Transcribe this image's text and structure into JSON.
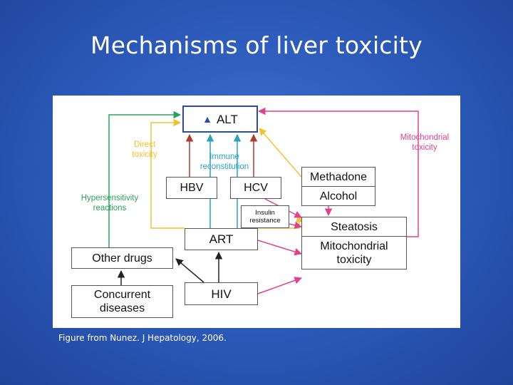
{
  "title": "Mechanisms of liver toxicity",
  "caption": "Figure from Nunez. J Hepatology, 2006.",
  "nodes": {
    "alt": "ALT",
    "hbv": "HBV",
    "hcv": "HCV",
    "methadone": "Methadone",
    "alcohol": "Alcohol",
    "insulin_resistance": "Insulin resistance",
    "steatosis": "Steatosis",
    "mito_box": "Mitochondrial toxicity",
    "art": "ART",
    "other_drugs": "Other drugs",
    "hiv": "HIV",
    "concurrent": "Concurrent diseases"
  },
  "labels": {
    "direct_toxicity": "Direct toxicity",
    "immune_reconstitution": "Immune reconstitution",
    "hypersensitivity": "Hypersensitivity reactions",
    "mito_toxicity": "Mitochondrial toxicity"
  },
  "colors": {
    "green": "#2aa35a",
    "yellow": "#f2c12e",
    "pink": "#e0428c",
    "brown": "#b13a2a",
    "teal": "#27a3bf",
    "navy": "#2f4a99",
    "black": "#222222"
  }
}
